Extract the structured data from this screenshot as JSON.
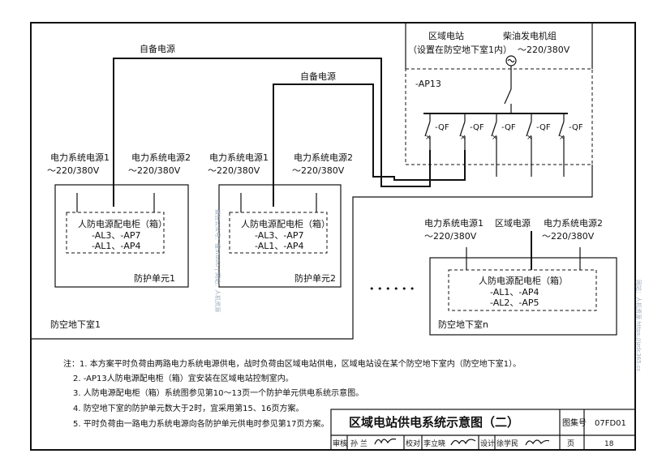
{
  "station": {
    "name": "区域电站",
    "location": "（设置在防空地下室1内）",
    "panel": "-AP13",
    "generator": "柴油发电机组",
    "gen_voltage": "～220/380V",
    "breaker_label": "-QF"
  },
  "standby_power": "自备电源",
  "units": [
    {
      "src1": "电力系统电源1",
      "v1": "～220/380V",
      "src2": "电力系统电源2",
      "v2": "～220/380V",
      "cabinet": "人防电源配电柜（箱）",
      "line1": "-AL3、-AP7",
      "line2": "-AL1、-AP4",
      "name": "防护单元1"
    },
    {
      "src1": "电力系统电源1",
      "v1": "～220/380V",
      "src2": "电力系统电源2",
      "v2": "～220/380V",
      "cabinet": "人防电源配电柜（箱）",
      "line1": "-AL3、-AP7",
      "line2": "-AL1、-AP4",
      "name": "防护单元2"
    }
  ],
  "basement1": "防空地下室1",
  "basement_n": {
    "src1": "电力系统电源1",
    "v1": "～220/380V",
    "src_mid": "区域电源",
    "src2": "电力系统电源2",
    "v2": "～220/380V",
    "cabinet": "人防电源配电柜（箱）",
    "line1": "-AL1、-AP4",
    "line2": "-AL2、-AP5",
    "name": "防空地下室n"
  },
  "ellipsis": "• • • • • •",
  "notes": [
    "注：1. 本方案平时负荷由两路电力系统电源供电，战时负荷由区域电站供电，区域电站设在某个防空地下室内（防空地下室1）。",
    "2. -AP13人防电源配电柜（箱）宜安装在区域电站控制室内。",
    "3. 人防电源配电柜（箱）系统图参见第10～13页一个防护单元供电系统示意图。",
    "4. 防空地下室的防护单元数大于2时，宜采用第15、16页方案。",
    "5. 平时负荷由一路电力系统电源向各防护单元供电时参见第17页方案。"
  ],
  "titleblock": {
    "title": "区域电站供电系统示意图（二）",
    "atlas_label": "图集号",
    "atlas_no": "07FD01",
    "reviewer_label": "审核",
    "reviewer": "孙 兰",
    "checker_label": "校对",
    "checker": "李立晓",
    "designer_label": "设计",
    "designer": "徐学民",
    "page_label": "页",
    "page_no": "18"
  },
  "watermark_left": "微信公众号：搜Studio | 网站：人机资源",
  "watermark_right": "网站：人机资源 https://jzdc365.cc"
}
